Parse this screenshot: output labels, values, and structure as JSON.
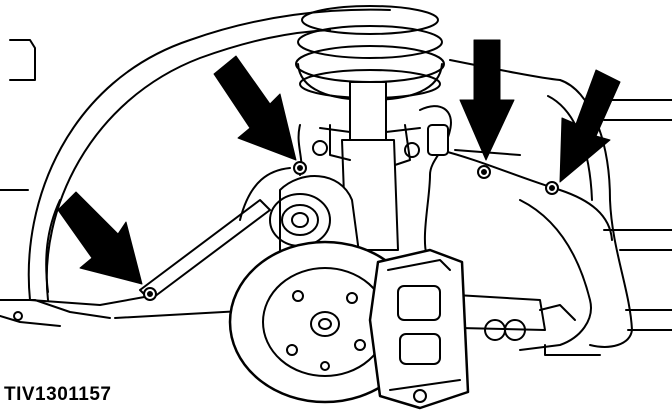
{
  "figure": {
    "reference_code": "TIV1301157",
    "ink_color": "#000000",
    "background_color": "#ffffff",
    "callouts": [
      {
        "name": "arrow-lower-left-fastener",
        "icon": "arrow-down-right-icon"
      },
      {
        "name": "arrow-upper-left-fastener",
        "icon": "arrow-down-right-icon"
      },
      {
        "name": "arrow-center-fastener",
        "icon": "arrow-down-icon"
      },
      {
        "name": "arrow-right-fastener",
        "icon": "arrow-down-left-icon"
      }
    ]
  }
}
